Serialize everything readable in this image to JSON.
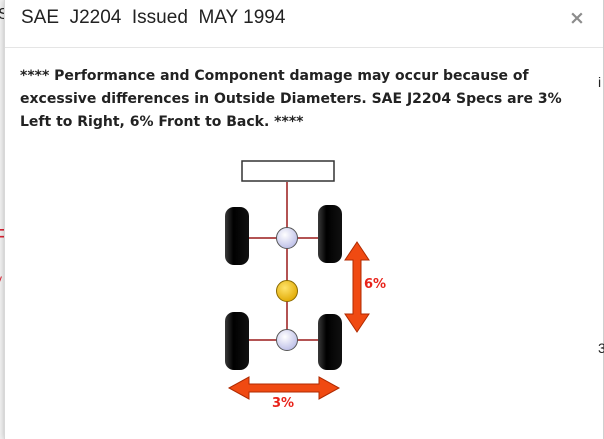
{
  "dialog": {
    "title": "SAE  J2204  Issued  MAY 1994",
    "close_symbol": "×"
  },
  "warning_text": "**** Performance and Component damage may occur because of excessive differences in Outside Diameters. SAE J2204 Specs are 3% Left to Right, 6% Front to Back. ****",
  "diagram": {
    "front_back_label": "6%",
    "left_right_label": "3%",
    "colors": {
      "tire": "#0a0a0a",
      "hub": "#d8d9f3",
      "center_hub": "#f3c20c",
      "frame": "#9a1a1a",
      "arrow_fill": "#f04a12",
      "label": "#e8231a"
    }
  },
  "background_fragments": [
    "S",
    "F",
    "v",
    "i",
    "3"
  ]
}
